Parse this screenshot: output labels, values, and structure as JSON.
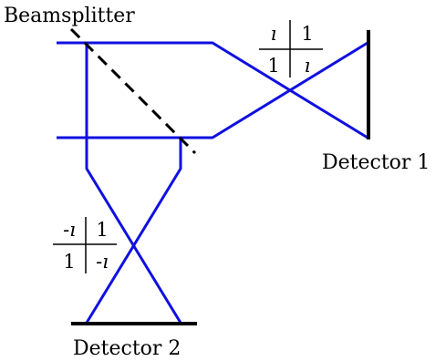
{
  "labels": {
    "beamsplitter": "Beamsplitter",
    "detector1": "Detector 1",
    "detector2": "Detector 2"
  },
  "matrix_upper": {
    "r1c1": "ı",
    "r1c2": "1",
    "r2c1": "1",
    "r2c2": "ı"
  },
  "matrix_lower": {
    "r1c1": "-ı",
    "r1c2": "1",
    "r2c1": "1",
    "r2c2": "-ı"
  },
  "colors": {
    "beam": "#1010e0",
    "detector": "#000000",
    "splitter": "#000000"
  }
}
